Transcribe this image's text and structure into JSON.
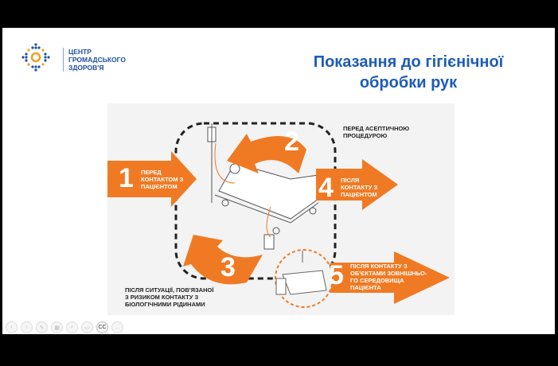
{
  "logo": {
    "lines": [
      "ЦЕНТР",
      "ГРОМАДСЬКОГО",
      "ЗДОРОВ'Я"
    ]
  },
  "title": {
    "line1": "Показання до гігієнічної",
    "line2": "обробки рук"
  },
  "figure": {
    "steps": [
      {
        "number": "1",
        "text": [
          "ПЕРЕД",
          "КОНТАКТОМ З",
          "ПАЦІЄНТОМ"
        ]
      },
      {
        "number": "2",
        "text": [
          "ПЕРЕД АСЕПТИЧНОЮ",
          "ПРОЦЕДУРОЮ"
        ]
      },
      {
        "number": "3",
        "text": [
          "ПІСЛЯ СИТУАЦІЇ, ПОВ'ЯЗАНОЇ",
          "З РИЗИКОМ КОНТАКТУ З",
          "БІОЛОГІЧНИМИ РІДИНАМИ"
        ]
      },
      {
        "number": "4",
        "text": [
          "ПІСЛЯ",
          "КОНТАКТУ З",
          "ПАЦІЄНТОМ"
        ]
      },
      {
        "number": "5",
        "text": [
          "ПІСЛЯ КОНТАКТУ З",
          "ОБ'ЄКТАМИ ЗОВНІШНЬО-",
          "ГО СЕРЕДОВИЩА",
          "ПАЦІЄНТА"
        ]
      }
    ],
    "accent": "#f07a23"
  },
  "toolbar": {
    "buttons": [
      "prev",
      "next",
      "pen",
      "grid",
      "zoom",
      "subtitles",
      "CC",
      "more"
    ],
    "cc_label": "CC"
  }
}
